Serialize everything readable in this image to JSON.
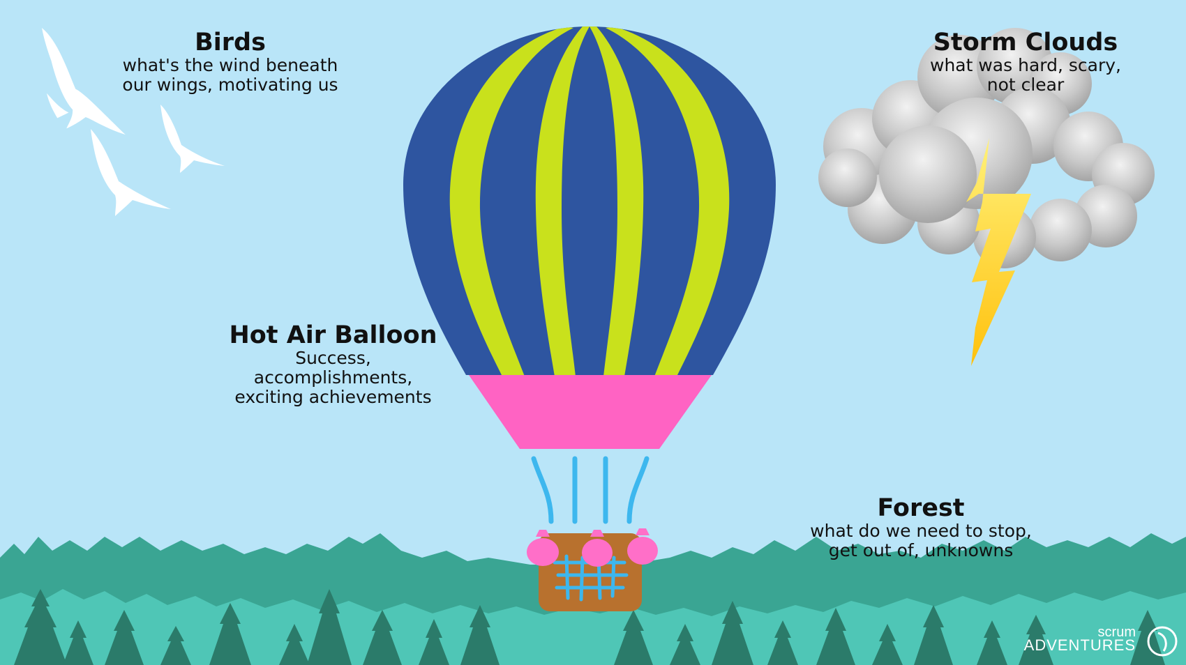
{
  "colors": {
    "sky": "#b9e5f8",
    "balloon_blue": "#2e55a0",
    "balloon_stripe": "#c9e11c",
    "balloon_skirt": "#ff63c3",
    "ropes": "#3db7ee",
    "basket": "#b8712e",
    "sandbags": "#ff6fc8",
    "forest_dark": "#2b7b6a",
    "forest_light": "#4fc6b6",
    "cloud": "#c2c2c2",
    "lightning": "#ffd21c"
  },
  "labels": {
    "birds": {
      "title": "Birds",
      "line1": "what's the wind beneath",
      "line2": "our wings, motivating us"
    },
    "storm": {
      "title": "Storm Clouds",
      "line1": "what was hard, scary,",
      "line2": "not clear"
    },
    "balloon": {
      "title": "Hot Air Balloon",
      "line1": "Success,",
      "line2": "accomplishments,",
      "line3": "exciting achievements"
    },
    "forest": {
      "title": "Forest",
      "line1": "what do we need to stop,",
      "line2": "get out of, unknowns"
    }
  },
  "logo": {
    "small": "scrum",
    "big": "ADVENTURES"
  },
  "icons": [
    "bird-icon",
    "storm-cloud-icon",
    "lightning-icon",
    "hot-air-balloon-icon",
    "forest-icon",
    "logo-icon"
  ]
}
